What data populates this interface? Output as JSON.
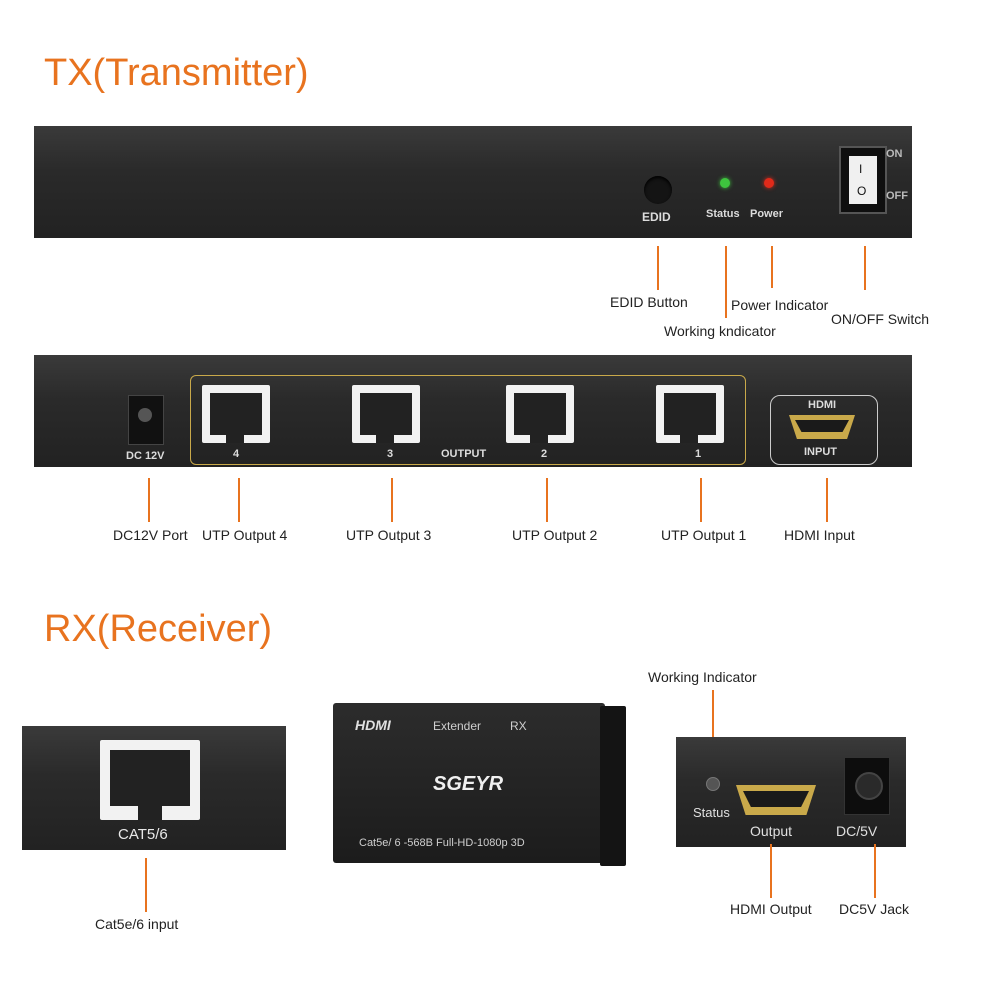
{
  "tx": {
    "heading": "TX(Transmitter)",
    "front": {
      "edid": "EDID",
      "status": "Status",
      "power": "Power",
      "on": "ON",
      "off": "OFF",
      "switch_on_glyph": "I",
      "switch_off_glyph": "O",
      "status_led_color": "#3ec43e",
      "power_led_color": "#e02a1a"
    },
    "front_callouts": {
      "edid_button": "EDID Button",
      "working_indicator": "Working kndicator",
      "power_indicator": "Power Indicator",
      "onoff_switch": "ON/OFF Switch"
    },
    "rear": {
      "dc": "DC 12V",
      "port4": "4",
      "port3": "3",
      "output": "OUTPUT",
      "port2": "2",
      "port1": "1",
      "hdmi": "HDMI",
      "input": "INPUT"
    },
    "rear_callouts": {
      "dc_port": "DC12V Port",
      "utp4": "UTP Output 4",
      "utp3": "UTP Output 3",
      "utp2": "UTP Output 2",
      "utp1": "UTP Output 1",
      "hdmi_input": "HDMI Input"
    }
  },
  "rx": {
    "heading": "RX(Receiver)",
    "cat_label": "CAT5/6",
    "cat_callout": "Cat5e/6 input",
    "box": {
      "hdmi": "HDMI",
      "extender": "Extender",
      "rx": "RX",
      "brand": "SGEYR",
      "spec": "Cat5e/ 6 -568B  Full-HD-1080p 3D"
    },
    "right": {
      "status": "Status",
      "output": "Output",
      "dc": "DC/5V"
    },
    "callouts": {
      "working_indicator": "Working Indicator",
      "hdmi_output": "HDMI Output",
      "dc5v_jack": "DC5V Jack"
    }
  },
  "colors": {
    "accent": "#e8731f",
    "panel": "#2a2a2a",
    "gold": "#c9a94a"
  }
}
